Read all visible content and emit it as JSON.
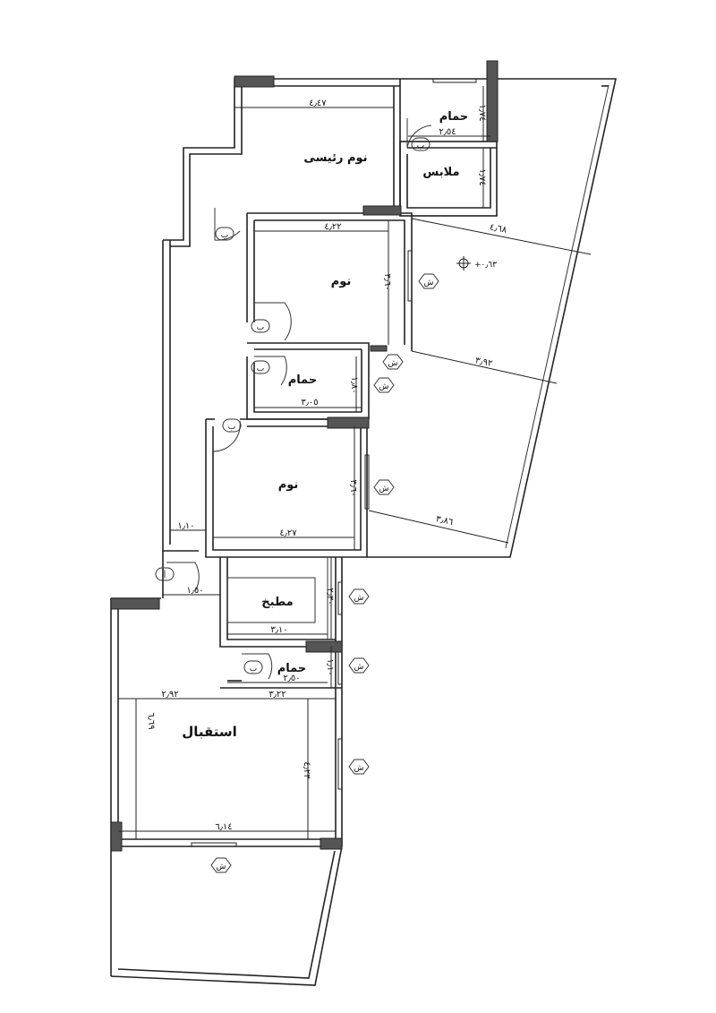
{
  "rooms": {
    "master_bedroom": "نوم رئيسى",
    "bath_master": "حمام",
    "closet": "ملابس",
    "bedroom_1": "نوم",
    "bath_2": "حمام",
    "bedroom_2": "نوم",
    "kitchen": "مطبخ",
    "bath_3": "حمام",
    "reception": "استقبال"
  },
  "dims": {
    "d447": "٤٫٤٧",
    "d254": "٢٫٥٤",
    "d174a": "١٫٧٤",
    "d174b": "١٫٧٤",
    "d422": "٤٫٢٢",
    "d468": "٤٫٦٨",
    "d360a": "٣٫٦٠",
    "d392": "٣٫٩٢",
    "d305": "٣٫٠٥",
    "d180": "١٫٨٠",
    "d360b": "٣٫٦٠",
    "d427": "٤٫٢٧",
    "d386": "٣٫٨٦",
    "d110a": "١٫١٠",
    "d150": "١٫٥٠",
    "d230": "٢٫٣٠",
    "d310": "٣٫١٠",
    "d110b": "١٫١٠",
    "d250": "٢٫٥٠",
    "d292": "٢٫٩٢",
    "d322": "٣٫٢٢",
    "d669": "٦٫٦٩",
    "d423": "٤٫٢٣",
    "d614": "٦٫١٤"
  },
  "tags": {
    "door_b": "ب",
    "door_a": "أ",
    "window": "ش"
  },
  "marker_label": "+٠٫٦٣"
}
